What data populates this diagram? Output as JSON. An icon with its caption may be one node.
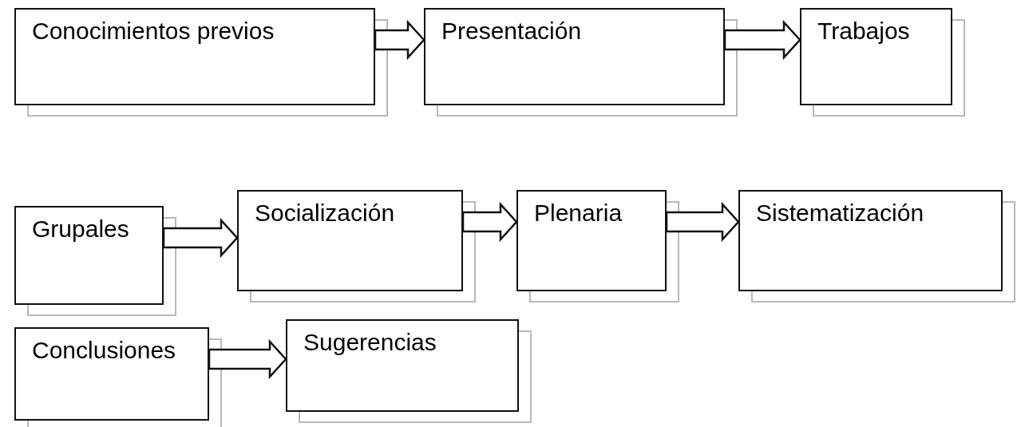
{
  "diagram": {
    "nodes": [
      {
        "text": [
          "Conocimientos previos"
        ]
      },
      {
        "text": [
          "Presentación"
        ]
      },
      {
        "text": [
          "Trabajos"
        ]
      },
      {
        "text": [
          "Grupales"
        ]
      },
      {
        "text": [
          "Socialización"
        ]
      },
      {
        "text": [
          "Plenaria"
        ]
      },
      {
        "text": [
          "Sistematización"
        ]
      },
      {
        "text": [
          "Conclusiones"
        ]
      },
      {
        "text": [
          "Sugerencias"
        ]
      }
    ],
    "edges": [
      {
        "from": 0,
        "to": 1,
        "arrow": "to"
      },
      {
        "from": 1,
        "to": 2,
        "arrow": "to"
      },
      {
        "from": 3,
        "to": 4,
        "arrow": "to"
      },
      {
        "from": 4,
        "to": 5,
        "arrow": "to"
      },
      {
        "from": 5,
        "to": 6,
        "arrow": "to"
      },
      {
        "from": 7,
        "to": 8,
        "arrow": "to"
      }
    ]
  }
}
